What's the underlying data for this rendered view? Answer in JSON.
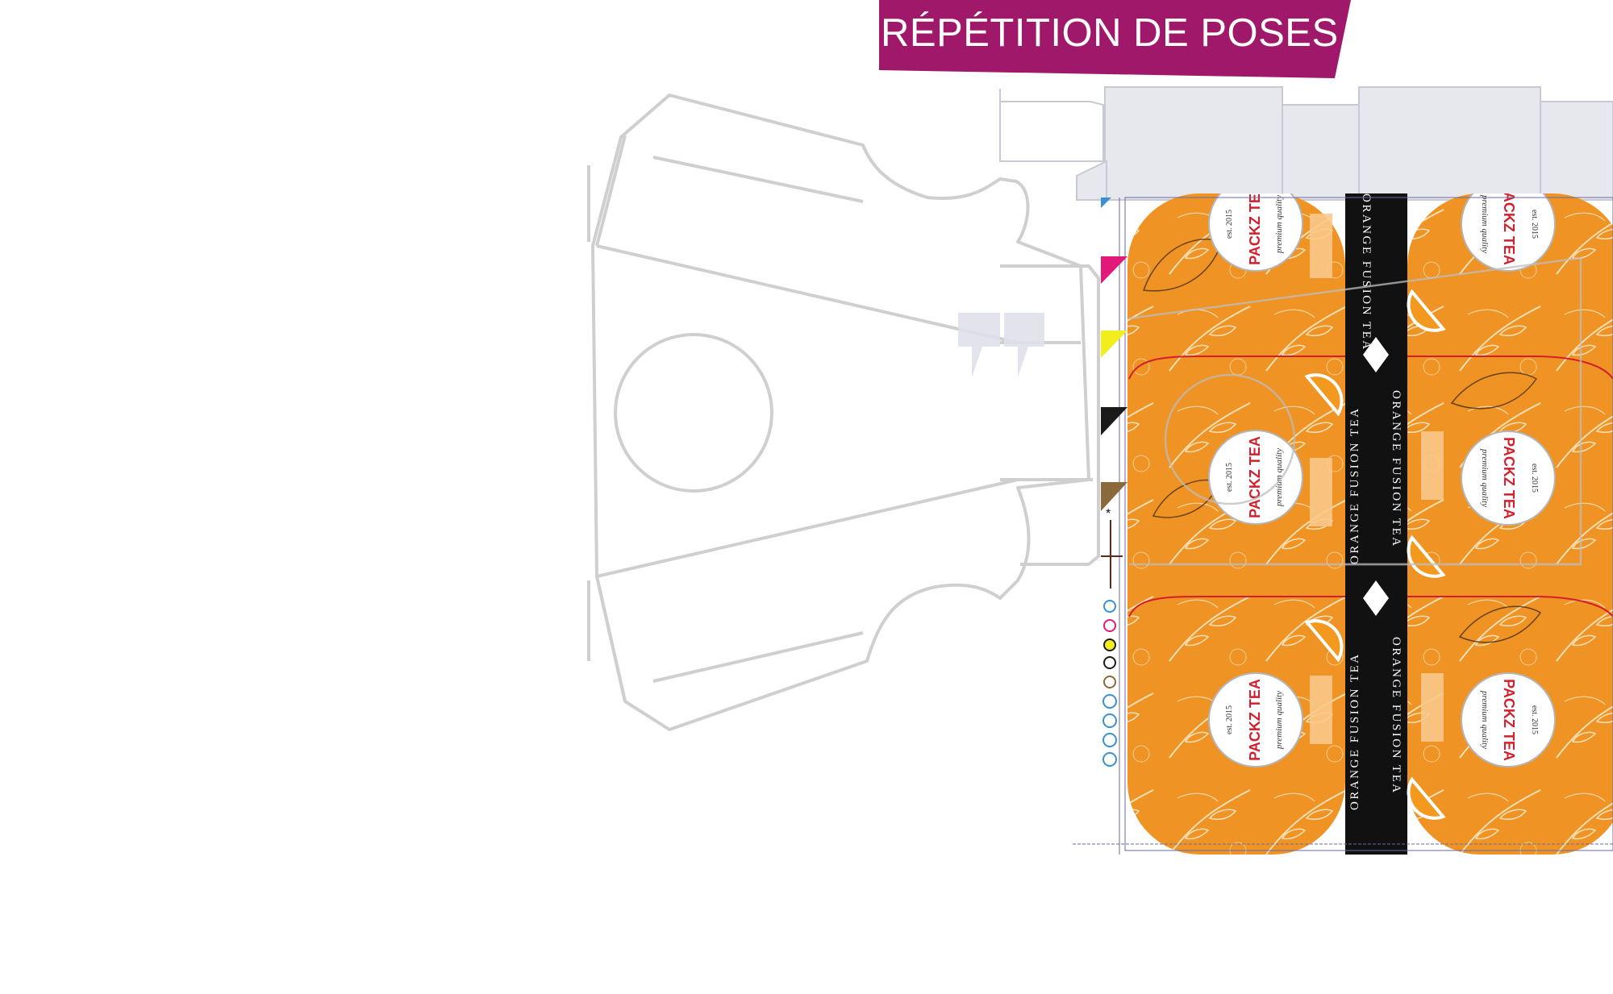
{
  "banner": {
    "title": "RÉPÉTITION DE POSES"
  },
  "colors": {
    "banner": "#a0186a",
    "dieline": "#cfcfcf",
    "orange": "#ef9324",
    "orangeLight": "#f6b24e",
    "band": "#111111",
    "brandRed": "#d21f2b",
    "ghostShape": "#dfe0ea",
    "cyan": "#3a8fd6",
    "magenta": "#e2197a",
    "yellow": "#f2ee1d",
    "black": "#1a1a1a",
    "brown": "#8a6a3c"
  },
  "labels": [
    {
      "brand": "PACKZ TEA",
      "est": "est. 2015",
      "quality": "premium quality"
    },
    {
      "brand": "PACKZ TEA",
      "est": "est. 2015",
      "quality": "premium quality"
    },
    {
      "brand": "PACKZ TEA",
      "est": "est. 2015",
      "quality": "premium quality"
    },
    {
      "brand": "PACKZ TEA",
      "est": "est. 2015",
      "quality": "premium quality"
    },
    {
      "brand": "PACKZ TEA",
      "est": "est. 2015",
      "quality": "premium quality"
    },
    {
      "brand": "PACKZ TEA",
      "est": "est. 2015",
      "quality": "premium quality"
    }
  ],
  "bandText": "ORANGE FUSION TEA",
  "icons": [
    "registration-mark-icon",
    "color-patch-icon",
    "diamond-icon",
    "orange-slice-icon",
    "leaf-icon"
  ]
}
